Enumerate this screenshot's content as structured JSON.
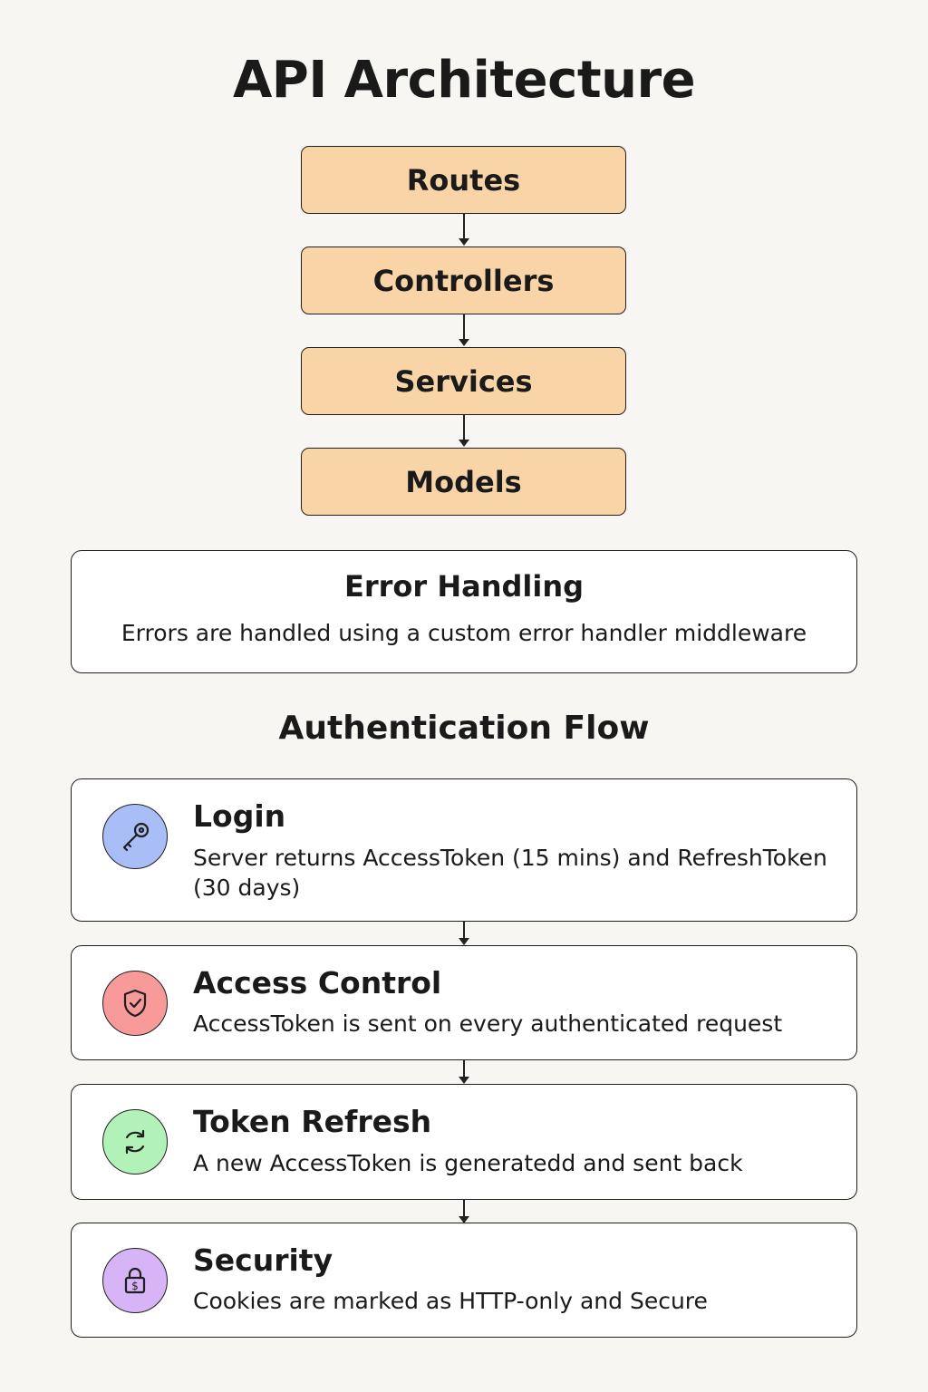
{
  "title": "API Architecture",
  "layers": [
    {
      "label": "Routes"
    },
    {
      "label": "Controllers"
    },
    {
      "label": "Services"
    },
    {
      "label": "Models"
    }
  ],
  "error_handling": {
    "title": "Error Handling",
    "description": "Errors are handled using a custom error handler middleware"
  },
  "auth_flow": {
    "title": "Authentication Flow",
    "steps": [
      {
        "title": "Login",
        "description": "Server returns AccessToken (15 mins) and RefreshToken (30 days)",
        "icon": "key-icon",
        "color": "#a9bdf7"
      },
      {
        "title": "Access Control",
        "description": "AccessToken is sent on every authenticated request",
        "icon": "shield-check-icon",
        "color": "#f99a9a"
      },
      {
        "title": "Token Refresh",
        "description": "A new AccessToken is generatedd and sent back",
        "icon": "refresh-icon",
        "color": "#b2f2b8"
      },
      {
        "title": "Security",
        "description": "Cookies are marked as HTTP-only and Secure",
        "icon": "lock-dollar-icon",
        "color": "#d7b4f5"
      }
    ]
  },
  "colors": {
    "layer_fill": "#f8d4a6",
    "background": "#f7f6f3"
  }
}
